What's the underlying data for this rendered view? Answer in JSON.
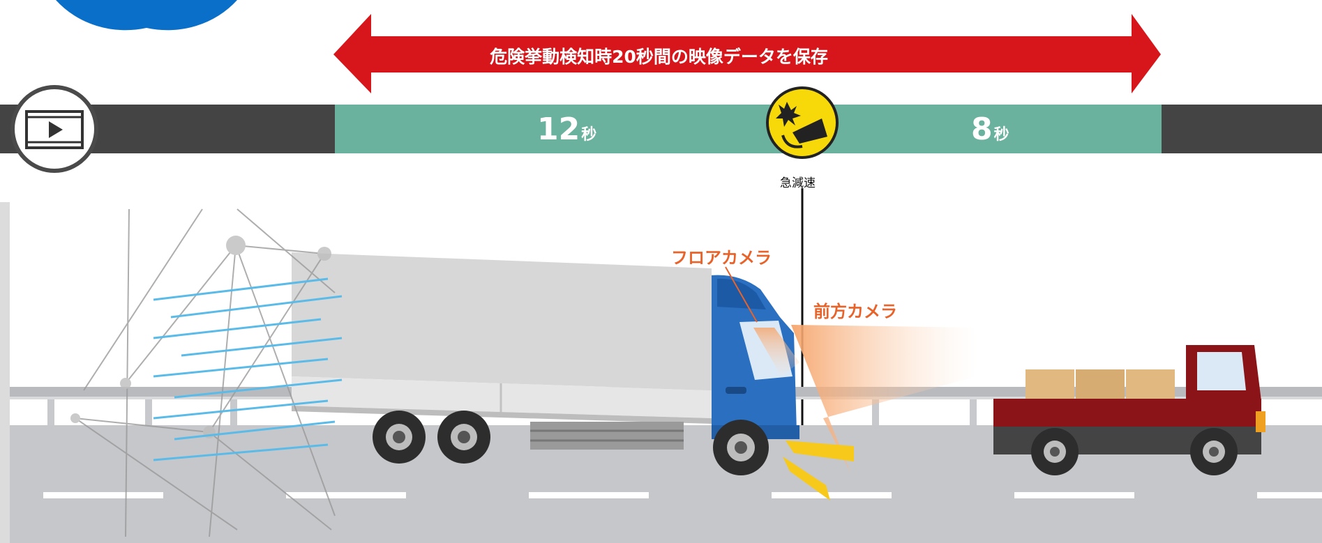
{
  "banner": {
    "text": "危険挙動検知時20秒間の映像データを保存"
  },
  "timeline": {
    "before": {
      "value": "12",
      "unit": "秒"
    },
    "after": {
      "value": "8",
      "unit": "秒"
    },
    "event_label": "急減速"
  },
  "labels": {
    "floor_camera": "フロアカメラ",
    "front_camera": "前方カメラ"
  },
  "icons": {
    "video": "video-play-icon",
    "event": "sudden-brake-icon"
  },
  "colors": {
    "arrow_red": "#d7161b",
    "timeline_dark": "#444444",
    "timeline_green": "#6ab29e",
    "event_yellow": "#f7d90a",
    "truck_blue": "#2a6fc0",
    "box_gray": "#cfcfcf",
    "road": "#c6c7cb",
    "camera_orange": "#e8632a",
    "pickup_red": "#8b1418"
  }
}
